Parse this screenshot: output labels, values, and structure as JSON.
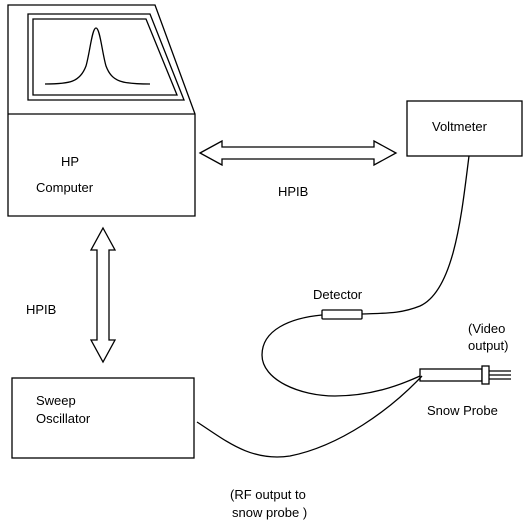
{
  "computer": {
    "brand": "HP",
    "label": "Computer"
  },
  "voltmeter": {
    "label": "Voltmeter"
  },
  "bus_horizontal": {
    "label": "HPIB"
  },
  "bus_vertical": {
    "label": "HPIB"
  },
  "sweep_oscillator": {
    "line1": "Sweep",
    "line2": "Oscillator"
  },
  "detector": {
    "label": "Detector"
  },
  "video_output": {
    "line1": "(Video",
    "line2": "output)"
  },
  "snow_probe": {
    "label": "Snow Probe"
  },
  "rf_output": {
    "line1": "(RF  output to",
    "line2": "snow probe )"
  },
  "colors": {
    "ink": "#000000",
    "paper": "#ffffff"
  }
}
